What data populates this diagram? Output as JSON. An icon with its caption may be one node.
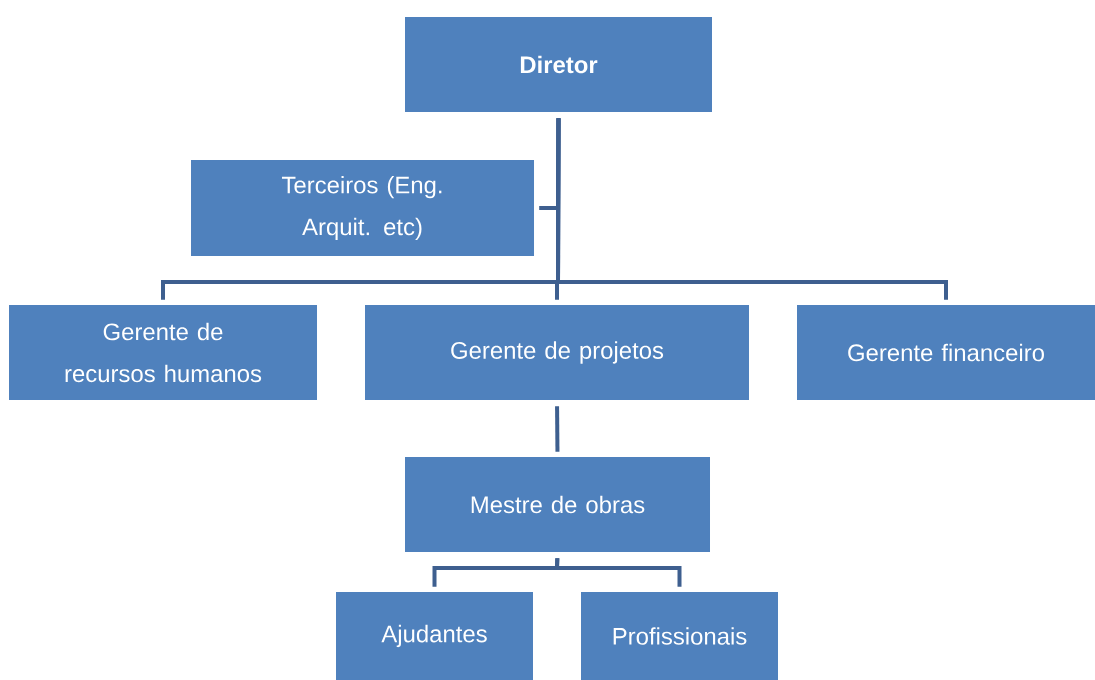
{
  "diagram": {
    "nodes": [
      {
        "text": [
          "Diretor"
        ]
      },
      {
        "text": [
          "Terceiros (Eng. Arquit. etc)"
        ]
      },
      {
        "text": [
          "Gerente de recursos humanos"
        ]
      },
      {
        "text": [
          "Gerente de projetos"
        ]
      },
      {
        "text": [
          "Gerente financeiro"
        ]
      },
      {
        "text": [
          "Mestre de obras"
        ]
      },
      {
        "text": [
          "Ajudantes"
        ]
      },
      {
        "text": [
          "Profissionais"
        ]
      }
    ],
    "edges": [
      {
        "from": 0,
        "to": 1,
        "arrow": "none"
      },
      {
        "from": 0,
        "to": 2,
        "arrow": "none"
      },
      {
        "from": 0,
        "to": 3,
        "arrow": "none"
      },
      {
        "from": 0,
        "to": 4,
        "arrow": "none"
      },
      {
        "from": 3,
        "to": 5,
        "arrow": "none"
      },
      {
        "from": 5,
        "to": 6,
        "arrow": "none"
      },
      {
        "from": 5,
        "to": 7,
        "arrow": "none"
      }
    ]
  }
}
